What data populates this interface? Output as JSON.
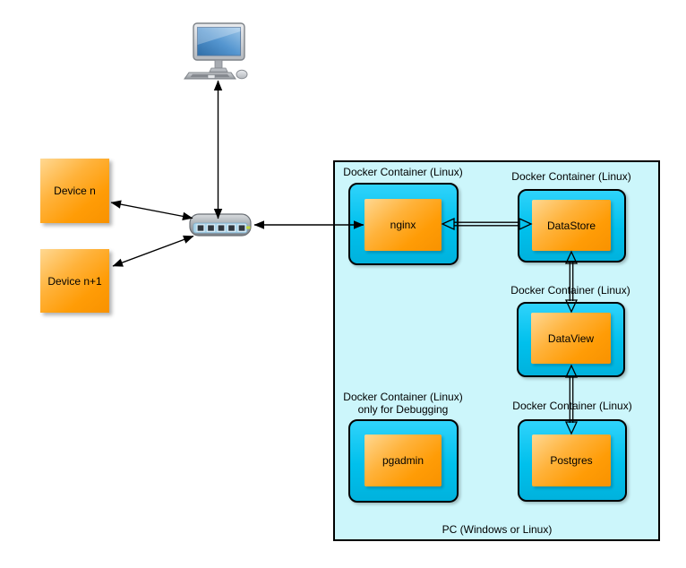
{
  "host": {
    "label": "PC (Windows or Linux)"
  },
  "devices": {
    "device_n": {
      "label": "Device n"
    },
    "device_n_plus_1": {
      "label": "Device n+1"
    }
  },
  "icons": {
    "client_computer": "desktop-computer-icon",
    "network_switch": "ethernet-switch-icon"
  },
  "containers": {
    "nginx": {
      "header": "Docker Container (Linux)",
      "app": "nginx"
    },
    "datastore": {
      "header": "Docker Container (Linux)",
      "app": "DataStore"
    },
    "dataview": {
      "header": "Docker Container (Linux)",
      "app": "DataView"
    },
    "postgres": {
      "header": "Docker Container (Linux)",
      "app": "Postgres"
    },
    "pgadmin": {
      "header": "Docker Container (Linux)",
      "subheader": "only for Debugging",
      "app": "pgadmin"
    }
  },
  "edges": [
    {
      "from": "client-computer",
      "to": "network-switch",
      "style": "solid-line",
      "bidirectional": true
    },
    {
      "from": "device-n",
      "to": "network-switch",
      "style": "solid-line",
      "bidirectional": true
    },
    {
      "from": "device-n-plus-1",
      "to": "network-switch",
      "style": "solid-line",
      "bidirectional": true
    },
    {
      "from": "network-switch",
      "to": "nginx",
      "style": "solid-line",
      "bidirectional": true
    },
    {
      "from": "nginx",
      "to": "datastore",
      "style": "double-line-hollow",
      "bidirectional": true
    },
    {
      "from": "datastore",
      "to": "dataview",
      "style": "double-line-hollow",
      "bidirectional": true
    },
    {
      "from": "dataview",
      "to": "postgres",
      "style": "double-line-hollow",
      "bidirectional": true
    }
  ],
  "colors": {
    "host_fill": "#ccf6fb",
    "container_fill": "#00c0ec",
    "node_fill": "#ff9900",
    "node_highlight": "#ffd892",
    "edge": "#000000"
  }
}
